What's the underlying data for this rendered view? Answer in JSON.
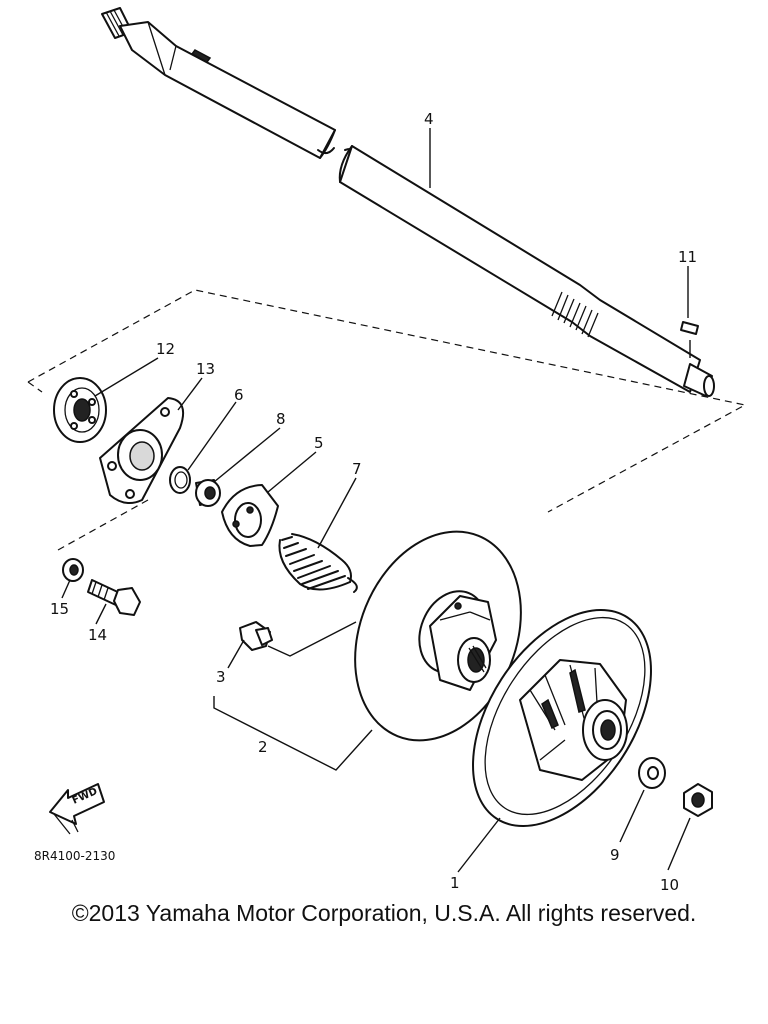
{
  "diagram": {
    "part_numbers": [
      "1",
      "2",
      "3",
      "4",
      "5",
      "6",
      "7",
      "8",
      "9",
      "10",
      "11",
      "12",
      "13",
      "14",
      "15"
    ],
    "diagram_code": "8R4100-2130",
    "fwd_label": "FWD"
  },
  "footer": {
    "copyright": "©2013 Yamaha Motor Corporation, U.S.A. All rights reserved."
  }
}
